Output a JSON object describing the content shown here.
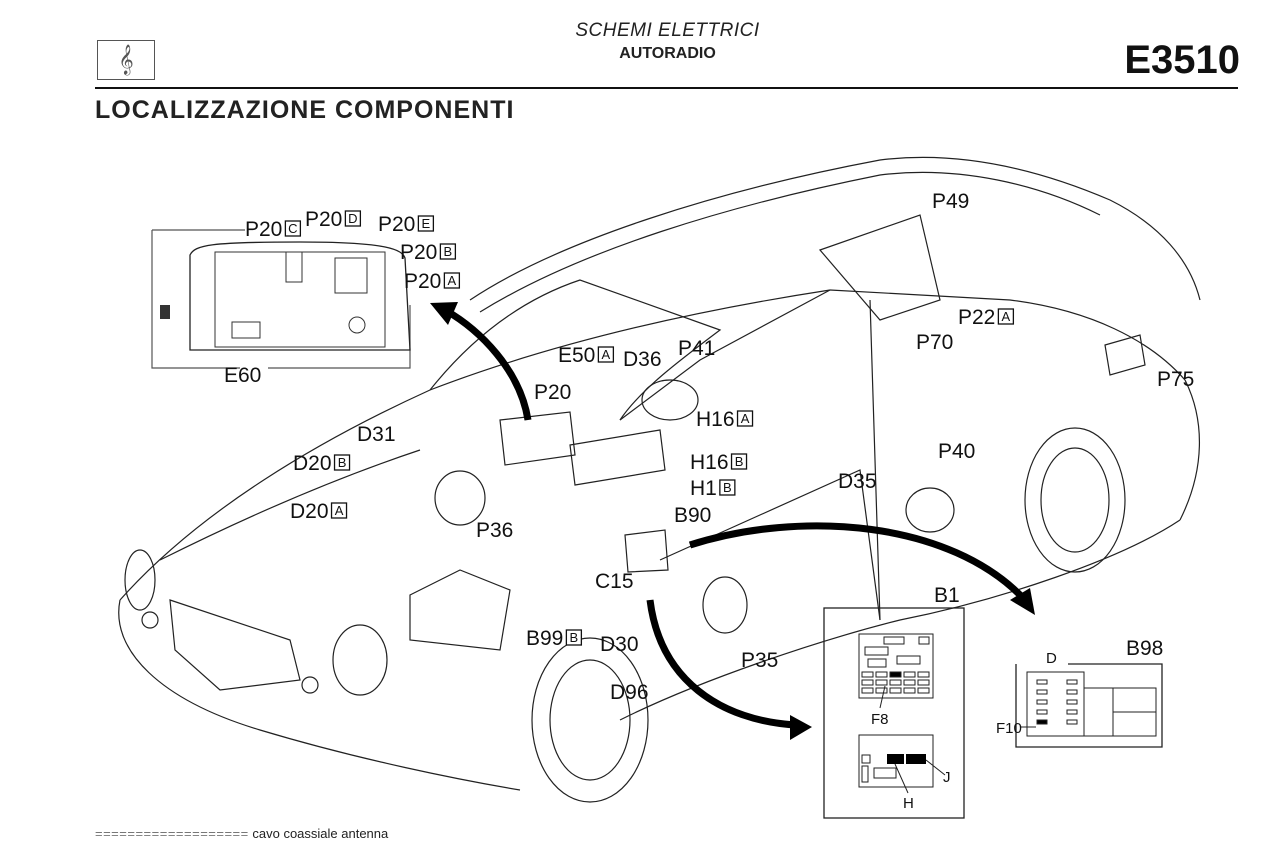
{
  "header": {
    "icon": "treble-clef-icon",
    "icon_glyph": "𝄞",
    "title": "SCHEMI ELETTRICI",
    "subtitle": "AUTORADIO",
    "code": "E3510"
  },
  "section_title": "LOCALIZZAZIONE COMPONENTI",
  "labels": {
    "p20c": {
      "code": "P20",
      "sub": "C"
    },
    "p20d": {
      "code": "P20",
      "sub": "D"
    },
    "p20e": {
      "code": "P20",
      "sub": "E"
    },
    "p20b": {
      "code": "P20",
      "sub": "B"
    },
    "p20a": {
      "code": "P20",
      "sub": "A"
    },
    "e60": {
      "code": "E60"
    },
    "e50a": {
      "code": "E50",
      "sub": "A"
    },
    "d36": {
      "code": "D36"
    },
    "p41": {
      "code": "P41"
    },
    "p20": {
      "code": "P20"
    },
    "h16a": {
      "code": "H16",
      "sub": "A"
    },
    "h16b": {
      "code": "H16",
      "sub": "B"
    },
    "h1b": {
      "code": "H1",
      "sub": "B"
    },
    "d31": {
      "code": "D31"
    },
    "d20b": {
      "code": "D20",
      "sub": "B"
    },
    "d20a": {
      "code": "D20",
      "sub": "A"
    },
    "p36": {
      "code": "P36"
    },
    "b90": {
      "code": "B90"
    },
    "c15": {
      "code": "C15"
    },
    "b99b": {
      "code": "B99",
      "sub": "B"
    },
    "d30": {
      "code": "D30"
    },
    "d96": {
      "code": "D96"
    },
    "p35": {
      "code": "P35"
    },
    "p49": {
      "code": "P49"
    },
    "p22a": {
      "code": "P22",
      "sub": "A"
    },
    "p70": {
      "code": "P70"
    },
    "p75": {
      "code": "P75"
    },
    "d35": {
      "code": "D35"
    },
    "p40": {
      "code": "P40"
    },
    "b1": {
      "code": "B1"
    },
    "f8": {
      "code": "F8"
    },
    "h": {
      "code": "H"
    },
    "j": {
      "code": "J"
    },
    "b98": {
      "code": "B98"
    },
    "d": {
      "code": "D"
    },
    "f10": {
      "code": "F10"
    }
  },
  "legend": {
    "symbol": "===================",
    "text": "cavo coassiale antenna"
  }
}
